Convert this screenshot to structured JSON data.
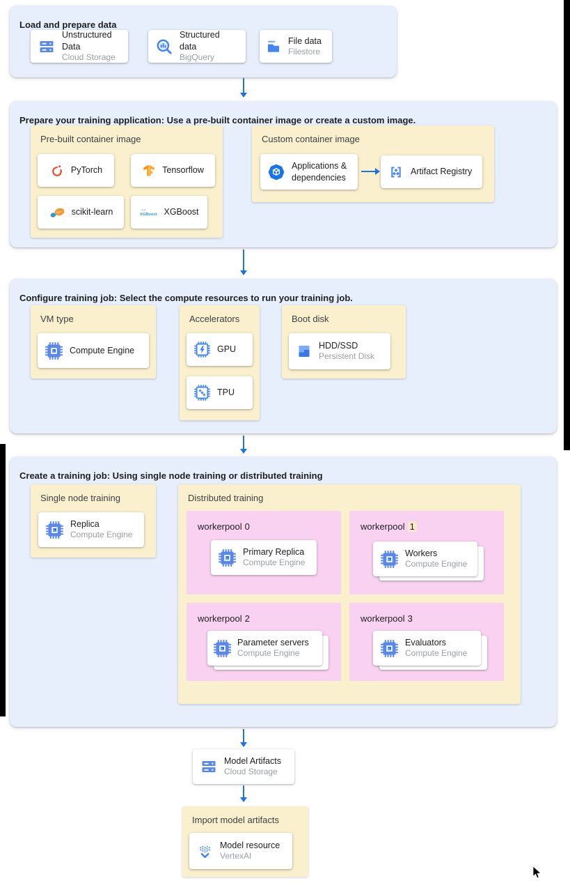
{
  "colors": {
    "panel_bg": "#e7effc",
    "box_bg": "#faf0ce",
    "pool_bg": "#f8d2f0",
    "arrow": "#1a73e8",
    "icon_blue": "#4285f4",
    "highlight": "#f9e8cd",
    "subtitle_gray": "#9aa0a6"
  },
  "panels": {
    "load": {
      "title": "Load and prepare data",
      "cards": [
        {
          "title": "Unstructured Data",
          "subtitle": "Cloud Storage",
          "icon": "cloud-storage-icon"
        },
        {
          "title": "Structured data",
          "subtitle": "BigQuery",
          "icon": "bigquery-icon"
        },
        {
          "title": "File data",
          "subtitle": "Filestore",
          "icon": "filestore-icon"
        }
      ]
    },
    "prepare": {
      "title": "Prepare your training application: Use a pre-built container image or create a custom image.",
      "prebuilt": {
        "label": "Pre-built container image",
        "cards": [
          {
            "title": "PyTorch",
            "icon": "pytorch-icon"
          },
          {
            "title": "Tensorflow",
            "icon": "tensorflow-icon"
          },
          {
            "title": "scikit-learn",
            "icon": "scikit-learn-icon"
          },
          {
            "title": "XGBoost",
            "icon": "xgboost-icon"
          }
        ]
      },
      "custom": {
        "label": "Custom container image",
        "cards": [
          {
            "title": "Applications & dependencies",
            "icon": "applications-icon"
          },
          {
            "title": "Artifact Registry",
            "icon": "artifact-registry-icon"
          }
        ]
      }
    },
    "configure": {
      "title": "Configure training job: Select the compute resources to run your training job.",
      "vm_type": {
        "label": "VM type",
        "card": {
          "title": "Compute Engine",
          "icon": "compute-engine-icon"
        }
      },
      "accelerators": {
        "label": "Accelerators",
        "cards": [
          {
            "title": "GPU",
            "icon": "gpu-icon"
          },
          {
            "title": "TPU",
            "icon": "tpu-icon"
          }
        ]
      },
      "boot_disk": {
        "label": "Boot disk",
        "card": {
          "title": "HDD/SSD",
          "subtitle": "Persistent Disk",
          "icon": "persistent-disk-icon"
        }
      }
    },
    "create": {
      "title": "Create a training job: Using single node training or distributed training",
      "single": {
        "label": "Single node training",
        "card": {
          "title": "Replica",
          "subtitle": "Compute Engine",
          "icon": "compute-engine-icon"
        }
      },
      "distributed": {
        "label": "Distributed training",
        "workerpools": [
          {
            "name": "workerpool",
            "num": "0",
            "card": {
              "title": "Primary Replica",
              "subtitle": "Compute Engine",
              "icon": "compute-engine-icon"
            }
          },
          {
            "name": "workerpool",
            "num": "1",
            "card": {
              "title": "Workers",
              "subtitle": "Compute Engine",
              "icon": "compute-engine-icon"
            }
          },
          {
            "name": "workerpool",
            "num": "2",
            "card": {
              "title": "Parameter servers",
              "subtitle": "Compute Engine",
              "icon": "compute-engine-icon"
            }
          },
          {
            "name": "workerpool",
            "num": "3",
            "card": {
              "title": "Evaluators",
              "subtitle": "Compute Engine",
              "icon": "compute-engine-icon"
            }
          }
        ]
      }
    },
    "import": {
      "label": "Import model artifacts",
      "card": {
        "title": "Model resource",
        "subtitle": "VertexAI",
        "icon": "vertex-ai-icon"
      }
    }
  },
  "flow": {
    "model_artifacts": {
      "title": "Model Artifacts",
      "subtitle": "Cloud Storage",
      "icon": "cloud-storage-icon"
    }
  }
}
